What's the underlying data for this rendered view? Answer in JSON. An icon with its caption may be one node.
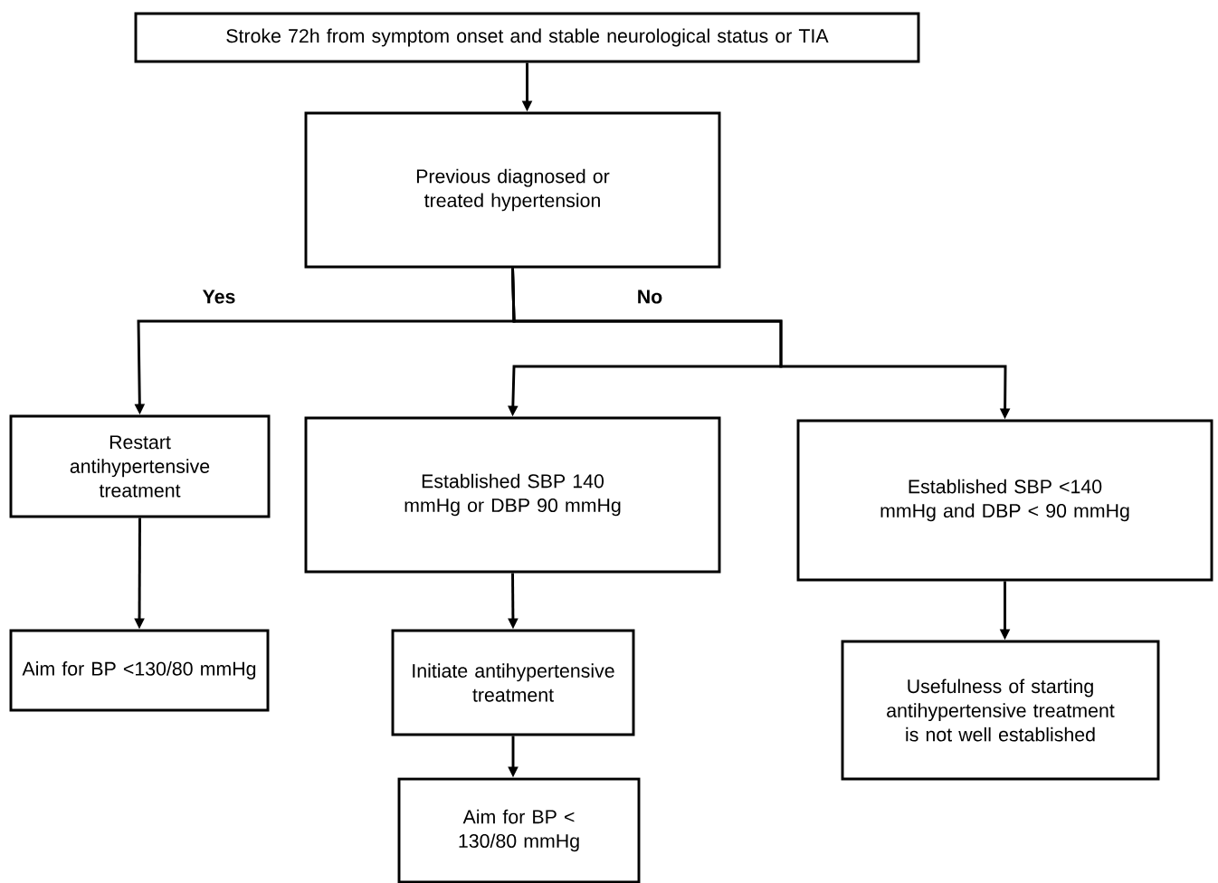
{
  "diagram": {
    "nodes": [
      {
        "text": [
          "Stroke 72h from symptom onset and stable neurological status or TIA"
        ]
      },
      {
        "text": [
          "Previous diagnosed or treated hypertension"
        ]
      },
      {
        "text": [
          "Restart antihypertensive treatment"
        ]
      },
      {
        "text": [
          "Established SBP 140 mmHg or DBP 90 mmHg"
        ]
      },
      {
        "text": [
          "Established SBP <140 mmHg and DBP < 90 mmHg"
        ]
      },
      {
        "text": [
          "Aim for BP <130/80 mmHg"
        ]
      },
      {
        "text": [
          "Initiate antihypertensive treatment"
        ]
      },
      {
        "text": [
          "Aim for BP < 130/80 mmHg"
        ]
      },
      {
        "text": [
          "Usefulness of starting antihypertensive treatment is not well established"
        ]
      }
    ],
    "edges": [
      {
        "from": 0,
        "to": 1,
        "arrow": "to"
      },
      {
        "from": 1,
        "to": 2,
        "arrow": "to",
        "label": "Yes"
      },
      {
        "from": 1,
        "to": 3,
        "arrow": "to",
        "label": "No"
      },
      {
        "from": 1,
        "to": 4,
        "arrow": "to"
      },
      {
        "from": 2,
        "to": 5,
        "arrow": "to"
      },
      {
        "from": 3,
        "to": 6,
        "arrow": "to"
      },
      {
        "from": 6,
        "to": 7,
        "arrow": "to"
      },
      {
        "from": 4,
        "to": 8,
        "arrow": "to"
      }
    ]
  }
}
